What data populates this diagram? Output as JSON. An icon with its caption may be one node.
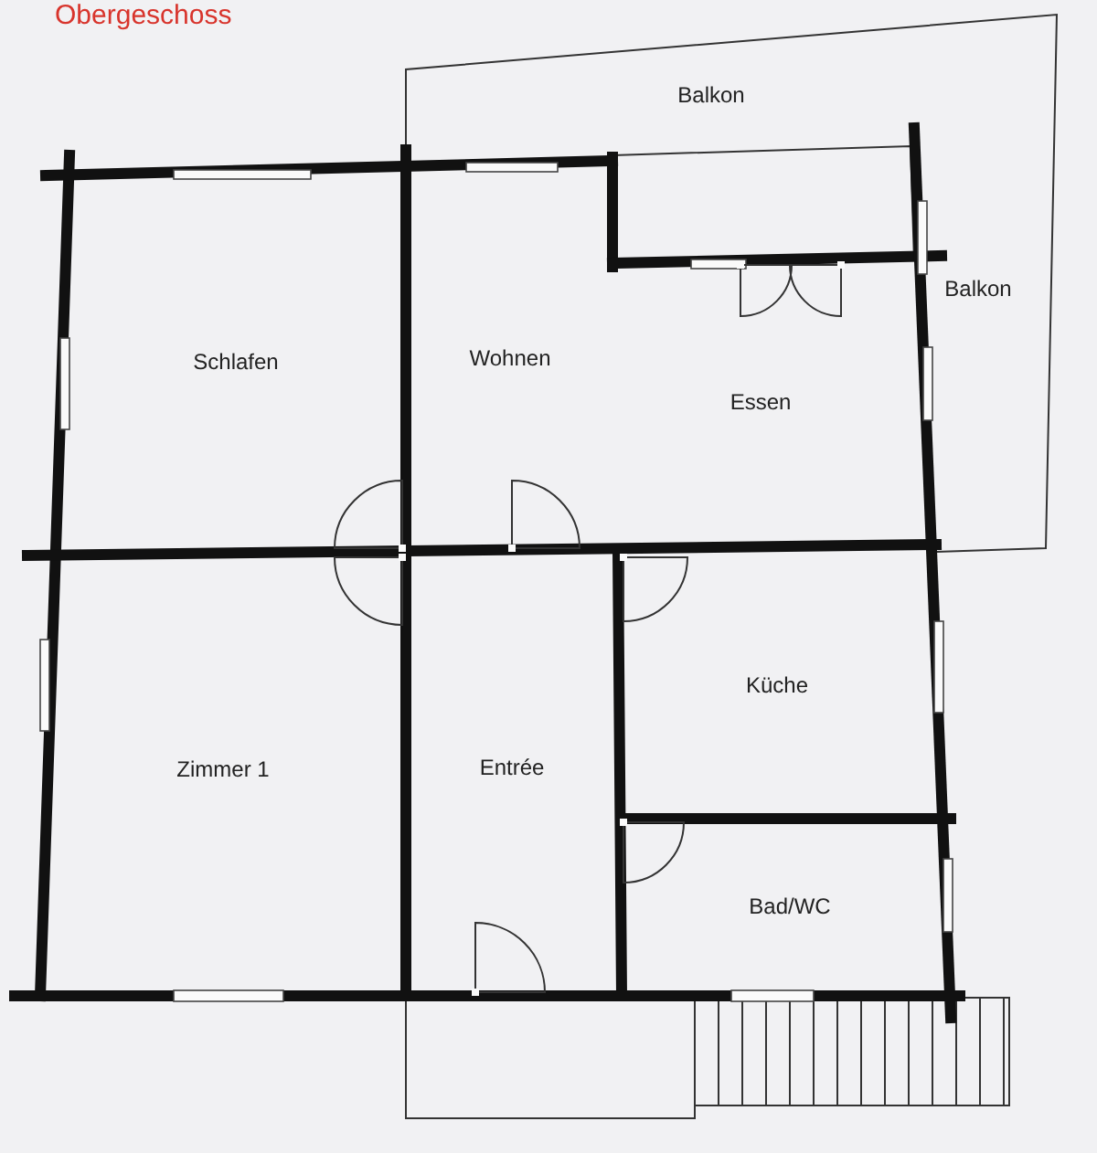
{
  "diagram": {
    "title": "Obergeschoss",
    "labels": [
      "Balkon",
      "Schlafen",
      "Wohnen",
      "Balkon",
      "Essen",
      "Küche",
      "Zimmer 1",
      "Entrée",
      "Bad/WC"
    ]
  }
}
